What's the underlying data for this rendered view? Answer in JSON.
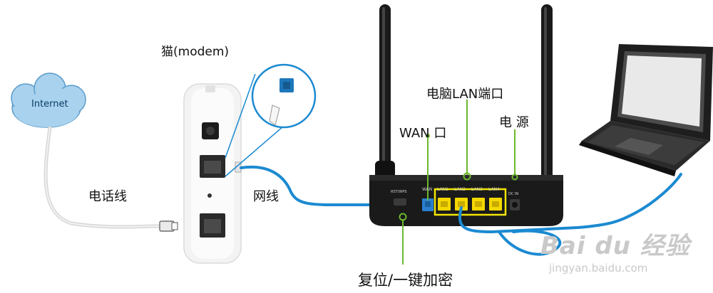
{
  "labels": {
    "cloud": "Internet",
    "modem": "猫(modem)",
    "phone_line": "电话线",
    "network_cable": "网线",
    "wan_port": "WAN 口",
    "lan_port": "电脑LAN端口",
    "power": "电 源",
    "reset_wps": "复位/一键加密"
  },
  "router_ports": {
    "wan": "WAN",
    "lan": [
      "LAN1",
      "LAN2",
      "LAN3",
      "LAN4"
    ],
    "dc": "DC IN",
    "rst": "RST/WPS"
  },
  "watermark": {
    "brand": "Bai du 经验",
    "url": "jingyan.baidu.com"
  },
  "colors": {
    "cloud": "#a9d2ee",
    "cable": "#1b8ad1",
    "callout": "#6db82e",
    "highlight": "#f2e600",
    "lan_port": "#f5d800",
    "wan_port": "#2a7fcf",
    "router_body": "#1a1a1a"
  }
}
